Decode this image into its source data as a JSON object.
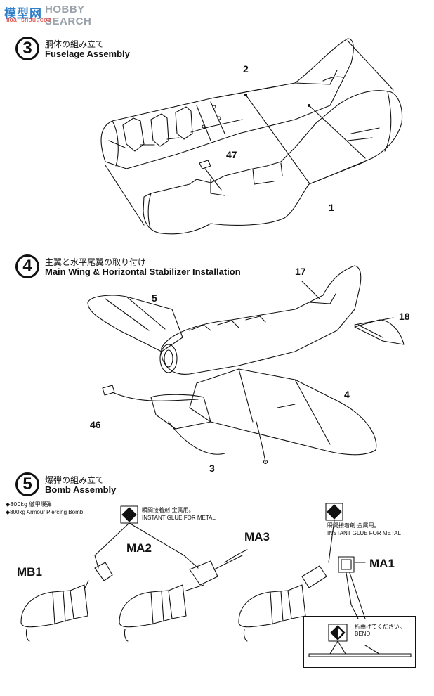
{
  "watermark": {
    "cn": "模型网",
    "en": "HOBBY SEARCH",
    "url": "moa-shou.com"
  },
  "steps": [
    {
      "num": "3",
      "jp": "胴体の組み立て",
      "en": "Fuselage Assembly"
    },
    {
      "num": "4",
      "jp": "主翼と水平尾翼の取り付け",
      "en": "Main Wing & Horizontal Stabilizer Installation"
    },
    {
      "num": "5",
      "jp": "爆弾の組み立て",
      "en": "Bomb Assembly"
    }
  ],
  "parts": {
    "p2": "2",
    "p47": "47",
    "p1": "1",
    "p17": "17",
    "p5": "5",
    "p18": "18",
    "p46": "46",
    "p4": "4",
    "p3": "3",
    "ma2": "MA2",
    "ma3": "MA3",
    "mb1": "MB1",
    "ma1": "MA1"
  },
  "bomb_notes": {
    "line1": "◆800kg 徹甲爆弾",
    "line2": "◆800kg Armour Piercing Bomb"
  },
  "glue": {
    "jp": "瞬間接着剤 金属用。",
    "en": "INSTANT GLUE FOR METAL"
  },
  "bend": {
    "jp": "折曲げてください。",
    "en": "BEND"
  }
}
